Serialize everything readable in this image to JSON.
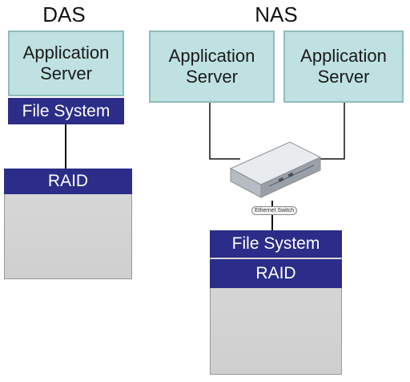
{
  "das": {
    "heading": "DAS",
    "server_line1": "Application",
    "server_line2": "Server",
    "file_system": "File System",
    "raid": "RAID"
  },
  "nas": {
    "heading": "NAS",
    "server1_line1": "Application",
    "server1_line2": "Server",
    "server2_line1": "Application",
    "server2_line2": "Server",
    "switch_label": "Ethernet Switch",
    "file_system": "File System",
    "raid": "RAID"
  },
  "colors": {
    "server_fill": "#bfe1e1",
    "bar_fill": "#2b2d88",
    "storage_fill": "#d4d4d4"
  },
  "icons": [
    "disk-stack-icon",
    "ethernet-switch-icon"
  ]
}
